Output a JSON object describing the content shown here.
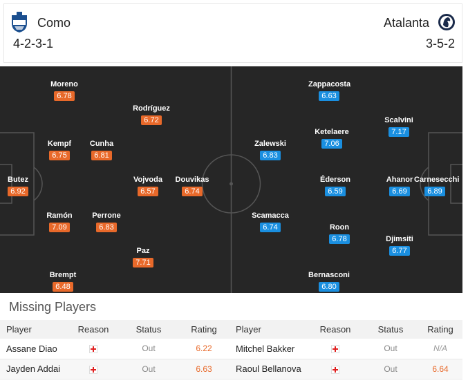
{
  "home": {
    "name": "Como",
    "formation": "4-2-3-1",
    "logo_icon": "como-crest-icon",
    "players": [
      {
        "name": "Moreno",
        "rating": "6.78"
      },
      {
        "name": "Rodríguez",
        "rating": "6.72"
      },
      {
        "name": "Kempf",
        "rating": "6.75"
      },
      {
        "name": "Cunha",
        "rating": "6.81"
      },
      {
        "name": "Butez",
        "rating": "6.92"
      },
      {
        "name": "Vojvoda",
        "rating": "6.57"
      },
      {
        "name": "Douvikas",
        "rating": "6.74"
      },
      {
        "name": "Ramón",
        "rating": "7.09"
      },
      {
        "name": "Perrone",
        "rating": "6.83"
      },
      {
        "name": "Paz",
        "rating": "7.71"
      },
      {
        "name": "Brempt",
        "rating": "6.48"
      }
    ]
  },
  "away": {
    "name": "Atalanta",
    "formation": "3-5-2",
    "logo_icon": "atalanta-crest-icon",
    "players": [
      {
        "name": "Zappacosta",
        "rating": "6.63"
      },
      {
        "name": "Scalvini",
        "rating": "7.17"
      },
      {
        "name": "Zalewski",
        "rating": "6.83"
      },
      {
        "name": "Ketelaere",
        "rating": "7.06"
      },
      {
        "name": "Éderson",
        "rating": "6.59"
      },
      {
        "name": "Ahanor",
        "rating": "6.69"
      },
      {
        "name": "Carnesecchi",
        "rating": "6.89"
      },
      {
        "name": "Scamacca",
        "rating": "6.74"
      },
      {
        "name": "Roon",
        "rating": "6.78"
      },
      {
        "name": "Djimsiti",
        "rating": "6.77"
      },
      {
        "name": "Bernasconi",
        "rating": "6.80"
      }
    ]
  },
  "missing": {
    "title": "Missing Players",
    "headers": [
      "Player",
      "Reason",
      "Status",
      "Rating",
      "Player",
      "Reason",
      "Status",
      "Rating"
    ],
    "rows": [
      {
        "home_player": "Assane Diao",
        "home_status": "Out",
        "home_rating": "6.22",
        "away_player": "Mitchel Bakker",
        "away_status": "Out",
        "away_rating": "N/A"
      },
      {
        "home_player": "Jayden Addai",
        "home_status": "Out",
        "home_rating": "6.63",
        "away_player": "Raoul Bellanova",
        "away_status": "Out",
        "away_rating": "6.64"
      }
    ]
  },
  "colors": {
    "home_rating": "#e8692a",
    "away_rating": "#1a8fe0",
    "pitch": "#262626",
    "injury_cross": "#e02020"
  }
}
